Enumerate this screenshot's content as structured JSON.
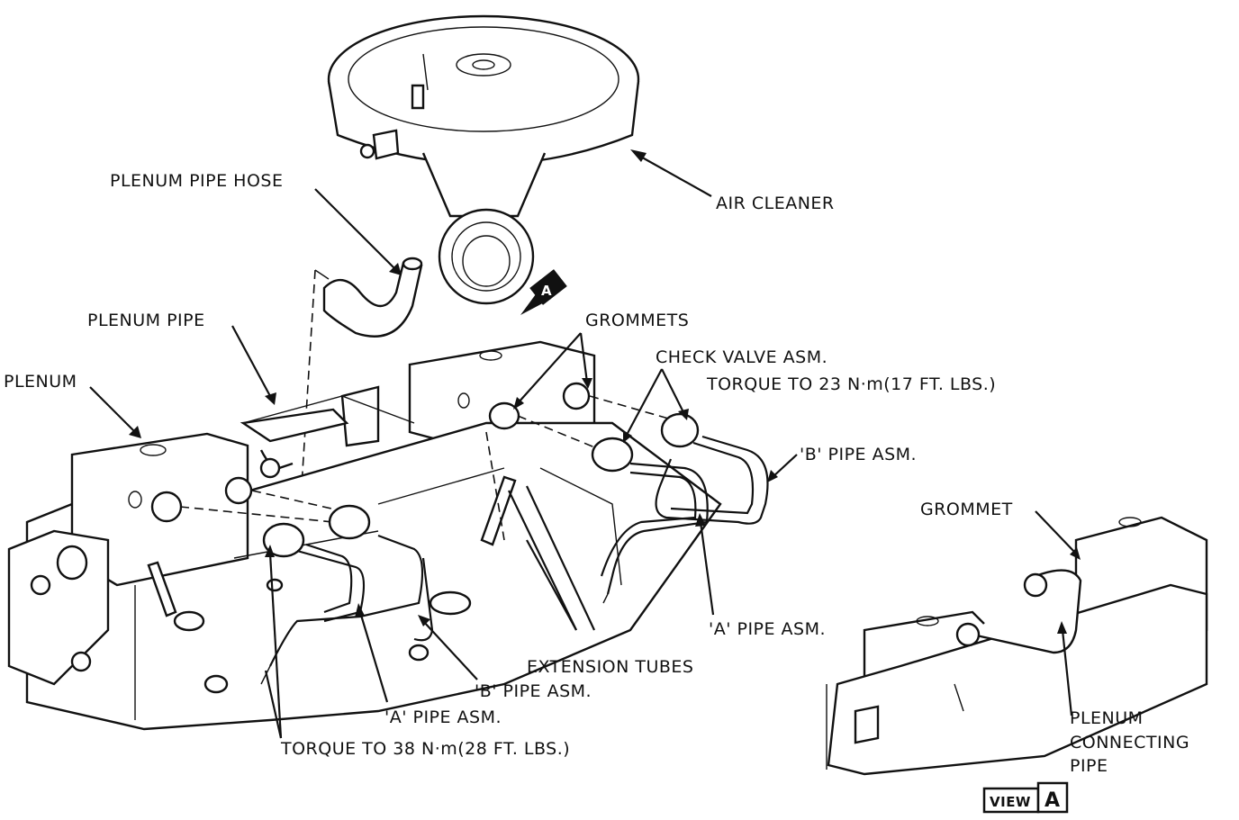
{
  "labels": {
    "air_cleaner": "AIR CLEANER",
    "plenum_pipe_hose": "PLENUM PIPE HOSE",
    "plenum_pipe": "PLENUM PIPE",
    "plenum": "PLENUM",
    "grommets": "GROMMETS",
    "check_valve": "CHECK VALVE ASM.",
    "check_valve_torque": "TORQUE TO 23 N·m(17 FT. LBS.)",
    "b_pipe_upper": "'B' PIPE ASM.",
    "grommet": "GROMMET",
    "a_pipe_right": "'A' PIPE ASM.",
    "extension_tubes": "EXTENSION TUBES",
    "b_pipe_lower": "'B' PIPE ASM.",
    "a_pipe_lower": "'A' PIPE ASM.",
    "lower_torque": "TORQUE TO 38 N·m(28 FT. LBS.)",
    "plenum_connecting_pipe_line1": "PLENUM",
    "plenum_connecting_pipe_line2": "CONNECTING",
    "plenum_connecting_pipe_line3": "PIPE",
    "view_word": "VIEW",
    "view_letter": "A",
    "view_arrow_letter": "A"
  }
}
